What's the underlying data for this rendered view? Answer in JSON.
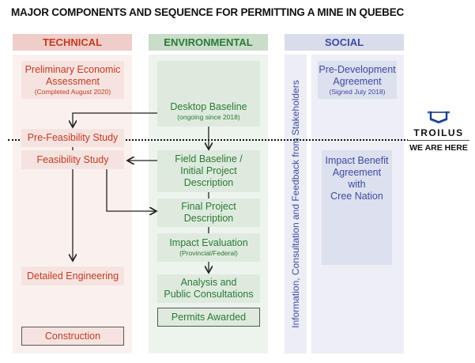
{
  "title": "MAJOR COMPONENTS AND SEQUENCE FOR PERMITTING A MINE IN QUEBEC",
  "columns": {
    "technical": "TECHNICAL",
    "environmental": "ENVIRONMENTAL",
    "social": "SOCIAL"
  },
  "technical": {
    "pea": {
      "line1": "Preliminary Economic",
      "line2": "Assessment",
      "sub": "(Completed August 2020)"
    },
    "prefeasibility": "Pre-Feasibility Study",
    "feasibility": "Feasibility Study",
    "detailed_engineering": "Detailed Engineering",
    "construction": "Construction"
  },
  "environmental": {
    "desktop": {
      "label": "Desktop Baseline",
      "sub": "(ongoing since 2018)"
    },
    "field": {
      "line1": "Field Baseline /",
      "line2": "Initial Project",
      "line3": "Description"
    },
    "final": {
      "line1": "Final Project",
      "line2": "Description"
    },
    "impact": {
      "label": "Impact Evaluation",
      "sub": "(Provincial/Federal)"
    },
    "analysis": {
      "line1": "Analysis and",
      "line2": "Public Consultations"
    },
    "permits": "Permits Awarded"
  },
  "stakeholders": "Information, Consultation and Feedback from Stakeholders",
  "social": {
    "pda": {
      "line1": "Pre-Development",
      "line2": "Agreement",
      "sub": "(Signed July 2018)"
    },
    "iba": {
      "line1": "Impact Benefit",
      "line2": "Agreement",
      "line3": "with",
      "line4": "Cree Nation"
    }
  },
  "logo": {
    "name": "TROILUS",
    "tagline": "WE ARE HERE"
  }
}
